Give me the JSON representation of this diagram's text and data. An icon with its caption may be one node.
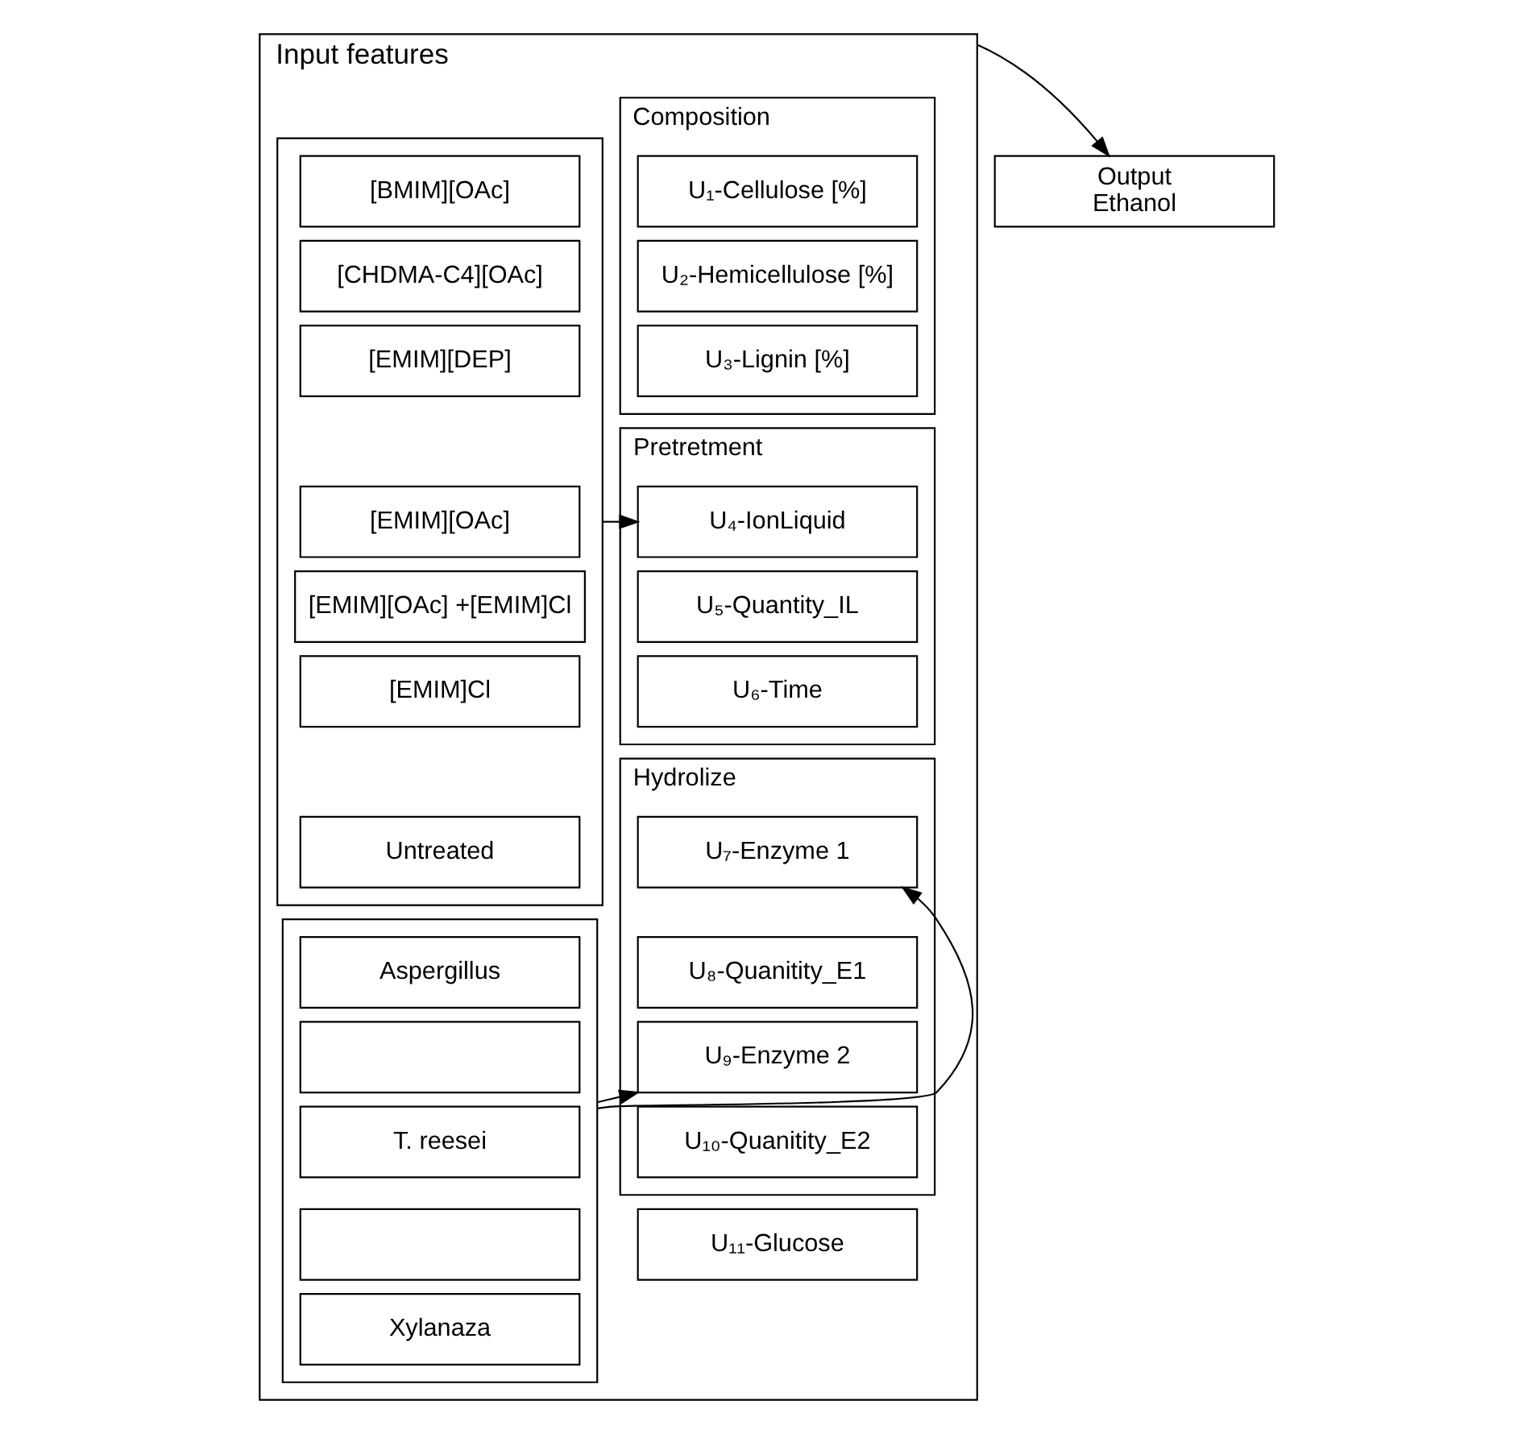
{
  "diagram": {
    "nodes": [
      {
        "text": [
          "Input features"
        ]
      },
      {
        "text": [
          "Composition"
        ],
        "in": 0
      },
      {
        "text": [
          "U₁-Cellulose [%]"
        ],
        "in": 1
      },
      {
        "text": [
          "U₂-Hemicellulose [%]"
        ],
        "in": 1
      },
      {
        "text": [
          "U₃-Lignin [%]"
        ],
        "in": 1
      },
      {
        "text": [
          "Pretretment"
        ],
        "in": 0
      },
      {
        "text": [
          "U₄-IonLiquid"
        ],
        "in": 5
      },
      {
        "text": [
          "U₅-Quantity_IL"
        ],
        "in": 5
      },
      {
        "text": [
          "U₆-Time"
        ],
        "in": 5
      },
      {
        "text": [
          "Hydrolize"
        ],
        "in": 0
      },
      {
        "text": [
          "U₇-Enzyme 1"
        ],
        "in": 9
      },
      {
        "text": [
          "U₈-Quanitity_E1"
        ],
        "in": 9
      },
      {
        "text": [
          "U₉-Enzyme 2"
        ],
        "in": 9
      },
      {
        "text": [
          "U₁₀-Quanitity_E2"
        ],
        "in": 9
      },
      {
        "text": [
          "U₁₁-Glucose"
        ],
        "in": 0
      },
      {
        "text": [],
        "shape": "box",
        "in": 0
      },
      {
        "text": [
          "[BMIM][OAc]"
        ],
        "in": 15
      },
      {
        "text": [
          "[CHDMA-C4][OAc]"
        ],
        "in": 15
      },
      {
        "text": [
          "[EMIM][DEP]"
        ],
        "in": 15
      },
      {
        "text": [
          "[EMIM][OAc]"
        ],
        "in": 15
      },
      {
        "text": [
          "[EMIM][OAc] +[EMIM]Cl"
        ],
        "in": 15
      },
      {
        "text": [
          "[EMIM]Cl"
        ],
        "in": 15
      },
      {
        "text": [
          "Untreated"
        ],
        "in": 15
      },
      {
        "text": [],
        "shape": "box",
        "in": 0
      },
      {
        "text": [
          "Aspergillus"
        ],
        "in": 23
      },
      {
        "text": [],
        "shape": "box",
        "in": 23
      },
      {
        "text": [
          "T. reesei"
        ],
        "in": 23
      },
      {
        "text": [],
        "shape": "box",
        "in": 23
      },
      {
        "text": [
          "Xylanaza"
        ],
        "in": 23
      },
      {
        "text": [
          "Output",
          "Ethanol"
        ]
      }
    ],
    "edges": [
      {
        "from": 15,
        "to": 6,
        "arrow": "to"
      },
      {
        "from": 23,
        "to": 10,
        "arrow": "to"
      },
      {
        "from": 23,
        "to": 12,
        "arrow": "to"
      },
      {
        "from": 0,
        "to": 29,
        "arrow": "to"
      }
    ]
  }
}
